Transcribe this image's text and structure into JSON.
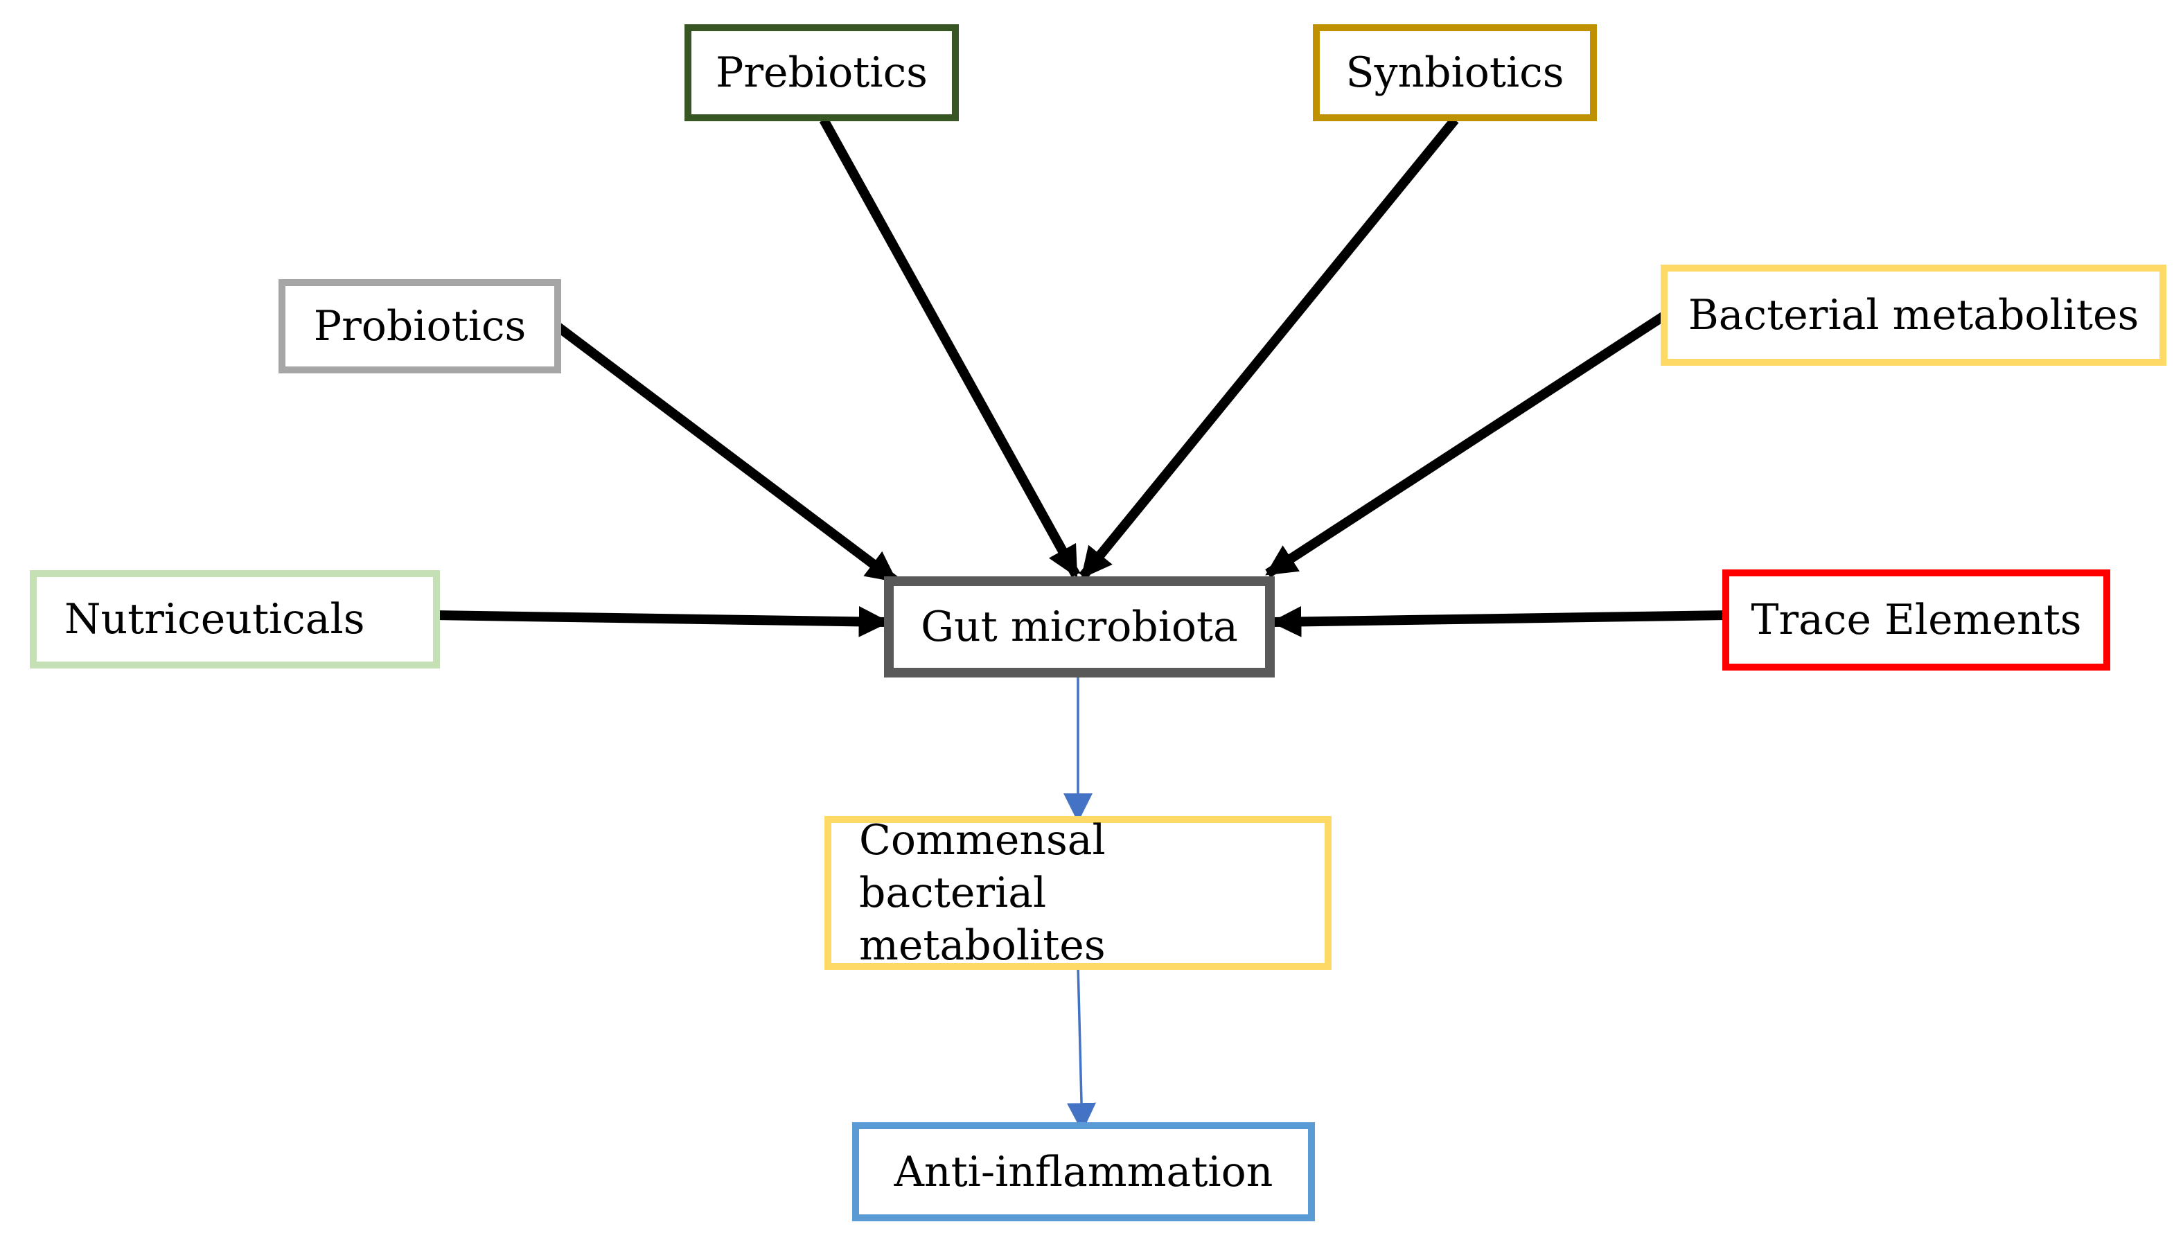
{
  "nodes": {
    "prebiotics": {
      "label": "Prebiotics",
      "color": "#375623"
    },
    "synbiotics": {
      "label": "Synbiotics",
      "color": "#BF9000"
    },
    "probiotics": {
      "label": "Probiotics",
      "color": "#A6A6A6"
    },
    "bacterial_metabolites": {
      "label": "Bacterial metabolites",
      "color": "#FFD966"
    },
    "nutriceuticals": {
      "label": "Nutriceuticals",
      "color": "#C5E0B4"
    },
    "gut_microbiota": {
      "label": "Gut microbiota",
      "color": "#595959"
    },
    "trace_elements": {
      "label": "Trace Elements",
      "color": "#FF0000"
    },
    "commensal_metabolites": {
      "label": "Commensal bacterial metabolites",
      "color": "#FFD966"
    },
    "anti_inflammation": {
      "label": "Anti-inflammation",
      "color": "#5B9BD5"
    }
  },
  "edges": [
    {
      "from": "probiotics",
      "to": "gut_microbiota",
      "color": "#000000"
    },
    {
      "from": "prebiotics",
      "to": "gut_microbiota",
      "color": "#000000"
    },
    {
      "from": "synbiotics",
      "to": "gut_microbiota",
      "color": "#000000"
    },
    {
      "from": "bacterial_metabolites",
      "to": "gut_microbiota",
      "color": "#000000"
    },
    {
      "from": "nutriceuticals",
      "to": "gut_microbiota",
      "color": "#000000"
    },
    {
      "from": "trace_elements",
      "to": "gut_microbiota",
      "color": "#000000"
    },
    {
      "from": "gut_microbiota",
      "to": "commensal_metabolites",
      "color": "#4472C4"
    },
    {
      "from": "commensal_metabolites",
      "to": "anti_inflammation",
      "color": "#4472C4"
    }
  ]
}
